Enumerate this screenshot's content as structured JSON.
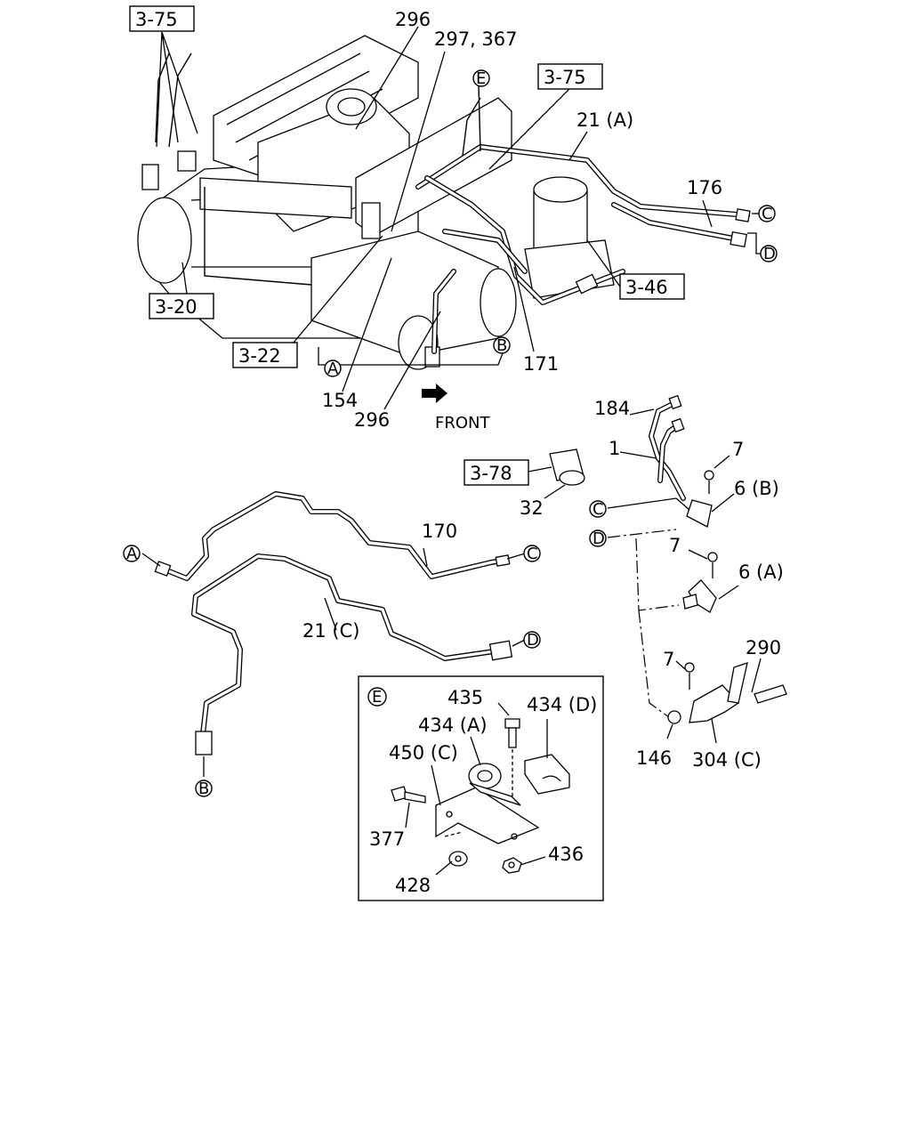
{
  "callouts": {
    "ref_3_75_a": "3-75",
    "ref_3_75_b": "3-75",
    "ref_3_20": "3-20",
    "ref_3_22": "3-22",
    "ref_3_46": "3-46",
    "ref_3_78": "3-78",
    "p296_top": "296",
    "p297_367": "297, 367",
    "p21a": "21 (A)",
    "p176": "176",
    "p171": "171",
    "p154": "154",
    "p296_bottom": "296",
    "front": "FRONT",
    "p184": "184",
    "p1": "1",
    "p7_a": "7",
    "p6b": "6 (B)",
    "p32": "32",
    "p7_b": "7",
    "p6a": "6 (A)",
    "p7_c": "7",
    "p290": "290",
    "p146": "146",
    "p304c": "304 (C)",
    "p170": "170",
    "p21c": "21 (C)"
  },
  "circles": {
    "a_top": "A",
    "b_top": "B",
    "c_top": "C",
    "d_top": "D",
    "e_top": "E",
    "c_mid": "C",
    "d_mid": "D",
    "a_left": "A",
    "c_right": "C",
    "d_right": "D",
    "b_bottom": "B",
    "e_detail": "E"
  },
  "detail_e": {
    "p435": "435",
    "p434a": "434 (A)",
    "p434d": "434 (D)",
    "p450c": "450 (C)",
    "p377": "377",
    "p428": "428",
    "p436": "436"
  }
}
